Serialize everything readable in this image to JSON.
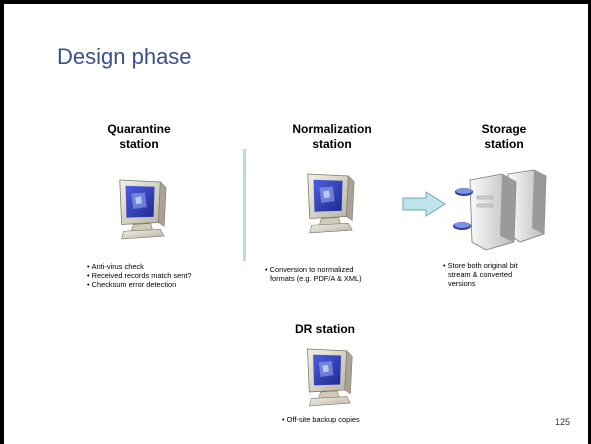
{
  "slide": {
    "title": "Design phase",
    "page_number": "125"
  },
  "stations": {
    "quarantine": {
      "title_line1": "Quarantine",
      "title_line2": "station",
      "bullets": [
        "Anti-virus check",
        "Received records match sent?",
        "Checksum error detection"
      ]
    },
    "normalization": {
      "title_line1": "Normalization",
      "title_line2": "station",
      "bullets": [
        "Conversion to normalized",
        "formats (e.g. PDF/A & XML)"
      ]
    },
    "storage": {
      "title_line1": "Storage",
      "title_line2": "station",
      "bullets": [
        "Store both original bit",
        "stream & converted",
        "versions"
      ]
    },
    "dr": {
      "title_line1": "DR station",
      "bullets": [
        "Off-site backup copies"
      ]
    }
  },
  "colors": {
    "title": "#3a4f8c",
    "divider": "#b9dcd8",
    "arrow_fill": "#bfe3ea",
    "arrow_stroke": "#6fa9b4",
    "monitor_screen": "#2f3fb7"
  },
  "icons": {
    "computer": "computer-monitor-icon",
    "server": "server-tower-icon",
    "arrow": "right-arrow-icon"
  }
}
